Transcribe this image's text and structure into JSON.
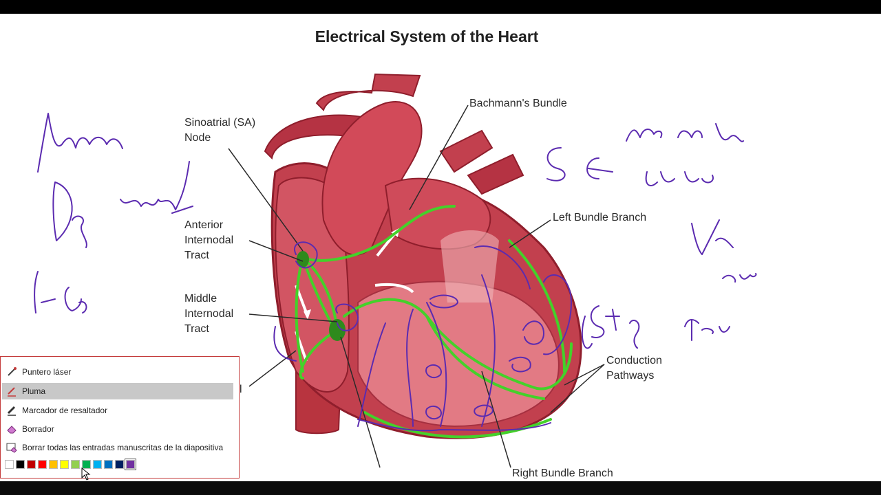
{
  "slide": {
    "title": "Electrical System of the Heart",
    "labels": {
      "sa_node": "Sinoatrial (SA)\nNode",
      "bachmann": "Bachmann's Bundle",
      "left_bundle": "Left Bundle Branch",
      "anterior": "Anterior\nInternodal\nTract",
      "middle": "Middle\nInternodal\nTract",
      "posterior_partial": "l",
      "conduction": "Conduction\nPathways",
      "right_bundle": "Right Bundle Branch"
    }
  },
  "pen_menu": {
    "items": [
      {
        "label": "Puntero láser",
        "icon": "laser-pointer-icon"
      },
      {
        "label": "Pluma",
        "icon": "pen-icon",
        "selected": true
      },
      {
        "label": "Marcador de resaltador",
        "icon": "highlighter-icon"
      },
      {
        "label": "Borrador",
        "icon": "eraser-icon"
      },
      {
        "label": "Borrar todas las entradas manuscritas de la diapositiva",
        "icon": "clear-ink-icon"
      }
    ],
    "colors": [
      "#ffffff",
      "#000000",
      "#c00000",
      "#ff0000",
      "#ffc000",
      "#ffff00",
      "#92d050",
      "#00b050",
      "#00b0f0",
      "#0070c0",
      "#002060",
      "#7030a0"
    ],
    "selected_color": "#7030a0"
  },
  "colors": {
    "ink": "#5b2bb0",
    "conduction": "#44d12a",
    "heart": "#c2404e",
    "heart_dark": "#8f1e2c",
    "heart_light": "#e88a93"
  }
}
